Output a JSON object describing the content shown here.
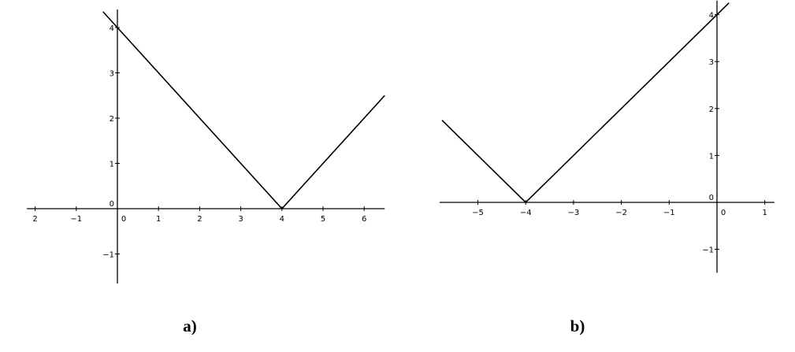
{
  "chart_data": [
    {
      "type": "line",
      "label": "a)",
      "xlim": [
        -2.2,
        6.5
      ],
      "ylim": [
        -1.65,
        4.4
      ],
      "grid": false,
      "xticks": [
        -2,
        -1,
        0,
        1,
        2,
        3,
        4,
        5,
        6
      ],
      "xtick_labels": [
        "2",
        "−1",
        "0",
        "1",
        "2",
        "3",
        "4",
        "5",
        "6"
      ],
      "yticks": [
        -1,
        0,
        1,
        2,
        3,
        4
      ],
      "ytick_labels": [
        "−1",
        "0",
        "1",
        "2",
        "3",
        "4"
      ],
      "series": [
        {
          "x": [
            -0.35,
            4,
            6.5
          ],
          "y": [
            4.35,
            0,
            2.5
          ]
        }
      ]
    },
    {
      "type": "line",
      "label": "b)",
      "xlim": [
        -5.8,
        1.2
      ],
      "ylim": [
        -1.5,
        4.3
      ],
      "grid": false,
      "xticks": [
        -5,
        -4,
        -3,
        -2,
        -1,
        0,
        1
      ],
      "xtick_labels": [
        "−5",
        "−4",
        "−3",
        "−2",
        "−1",
        "0",
        "1"
      ],
      "yticks": [
        -1,
        0,
        1,
        2,
        3,
        4
      ],
      "ytick_labels": [
        "−1",
        "0",
        "1",
        "2",
        "3",
        "4"
      ],
      "series": [
        {
          "x": [
            -5.75,
            -4,
            0.25
          ],
          "y": [
            1.75,
            0,
            4.25
          ]
        }
      ]
    }
  ]
}
